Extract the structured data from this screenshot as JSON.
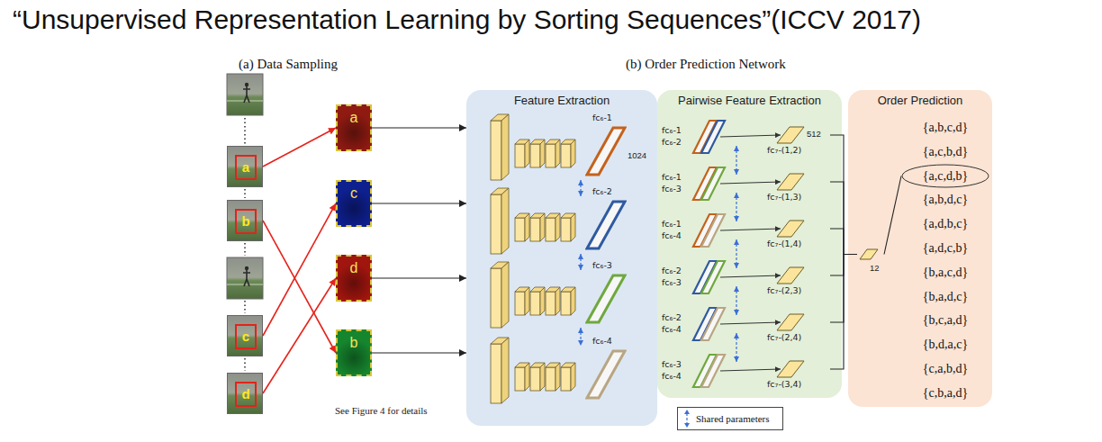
{
  "diagram": {
    "title": "“Unsupervised Representation Learning by Sorting Sequences”(ICCV 2017)",
    "nodes": [
      {
        "text": [
          "a"
        ]
      },
      {
        "text": [
          "b"
        ]
      },
      {
        "text": [
          "c"
        ]
      },
      {
        "text": [
          "d"
        ]
      },
      {
        "text": [
          "a"
        ]
      },
      {
        "text": [
          "c"
        ]
      },
      {
        "text": [
          "d"
        ]
      },
      {
        "text": [
          "b"
        ]
      },
      {
        "text": [
          "Feature Extraction"
        ]
      },
      {
        "text": [
          "fc₆-1",
          "1024"
        ],
        "in": 8
      },
      {
        "text": [
          "fc₆-2"
        ],
        "in": 8
      },
      {
        "text": [
          "fc₆-3"
        ],
        "in": 8
      },
      {
        "text": [
          "fc₆-4"
        ],
        "in": 8
      },
      {
        "text": [
          "Pairwise Feature Extraction"
        ]
      },
      {
        "text": [
          "fc₇-(1,2)",
          "512"
        ],
        "in": 13
      },
      {
        "text": [
          "fc₇-(1,3)"
        ],
        "in": 13
      },
      {
        "text": [
          "fc₇-(1,4)"
        ],
        "in": 13
      },
      {
        "text": [
          "fc₇-(2,3)"
        ],
        "in": 13
      },
      {
        "text": [
          "fc₇-(2,4)"
        ],
        "in": 13
      },
      {
        "text": [
          "fc₇-(3,4)"
        ],
        "in": 13
      },
      {
        "text": [
          "Order Prediction"
        ]
      },
      {
        "text": [
          "12"
        ],
        "in": 20
      },
      {
        "text": [
          "{a,c,d,b}"
        ],
        "in": 20
      }
    ],
    "edges": [
      {
        "from": 0,
        "to": 4,
        "arrow": "to"
      },
      {
        "from": 1,
        "to": 7,
        "arrow": "to"
      },
      {
        "from": 2,
        "to": 5,
        "arrow": "to"
      },
      {
        "from": 3,
        "to": 6,
        "arrow": "to"
      },
      {
        "from": 4,
        "to": 8,
        "arrow": "to"
      },
      {
        "from": 5,
        "to": 8,
        "arrow": "to"
      },
      {
        "from": 6,
        "to": 8,
        "arrow": "to"
      },
      {
        "from": 7,
        "to": 8,
        "arrow": "to"
      },
      {
        "from": 14,
        "to": 21,
        "arrow": "none"
      },
      {
        "from": 15,
        "to": 21,
        "arrow": "none"
      },
      {
        "from": 16,
        "to": 21,
        "arrow": "none"
      },
      {
        "from": 17,
        "to": 21,
        "arrow": "none"
      },
      {
        "from": 18,
        "to": 21,
        "arrow": "none"
      },
      {
        "from": 19,
        "to": 21,
        "arrow": "none"
      },
      {
        "from": 21,
        "to": 22,
        "arrow": "none"
      }
    ],
    "labels": [
      "(a) Data Sampling",
      "(b) Order Prediction Network",
      "See Figure 4 for details",
      "fc₆-1",
      "fc₆-2",
      "fc₆-1",
      "fc₆-3",
      "fc₆-1",
      "fc₆-4",
      "fc₆-2",
      "fc₆-3",
      "fc₆-2",
      "fc₆-4",
      "fc₆-3",
      "fc₆-4",
      "{a,b,c,d}",
      "{a,c,b,d}",
      "{a,b,d,c}",
      "{a,d,b,c}",
      "{a,d,c,b}",
      "{b,a,c,d}",
      "{b,a,d,c}",
      "{b,c,a,d}",
      "{b,d,a,c}",
      "{c,a,b,d}",
      "{c,b,a,d}"
    ],
    "legend": [
      {
        "text": "Shared parameters"
      }
    ]
  }
}
